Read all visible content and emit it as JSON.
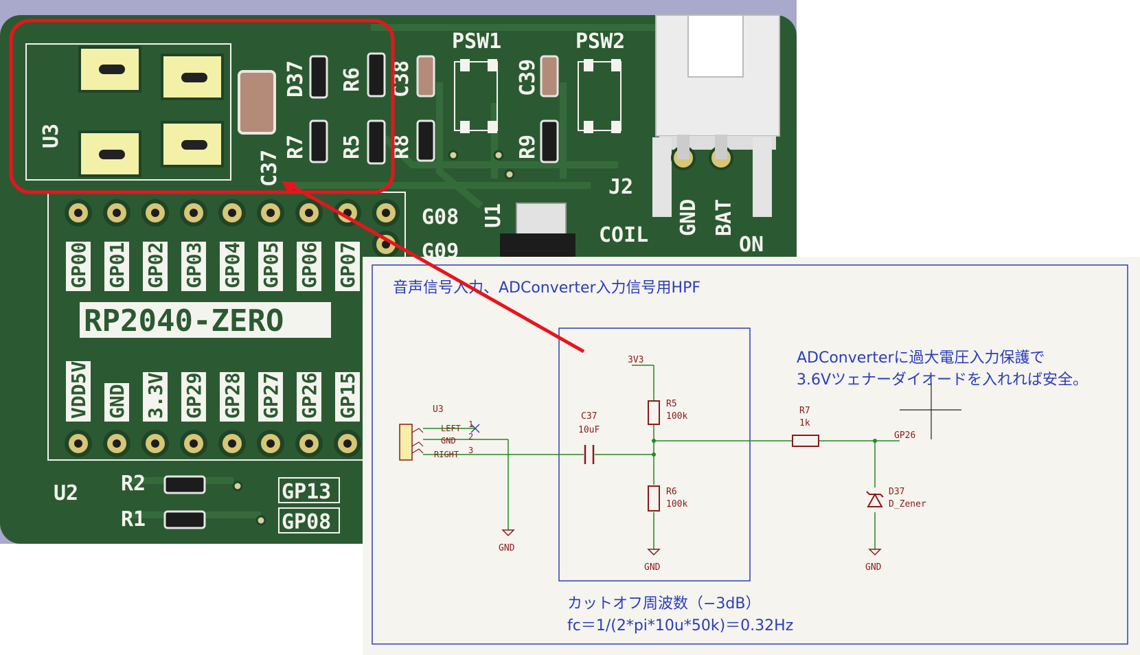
{
  "pcb": {
    "colors": {
      "board": "#2b5a32",
      "board_dark": "#1f4426",
      "trace": "#356b3b",
      "silk": "#f4f4ee",
      "pad": "#f3f0a8",
      "copper": "#d8d0a0",
      "highlight": "#e8141c"
    },
    "component_labels": [
      "U3",
      "D37",
      "R6",
      "C38",
      "C39",
      "PSW1",
      "PSW2",
      "C37",
      "R7",
      "R5",
      "R8",
      "R9",
      "J2",
      "U1",
      "G08",
      "G09",
      "COIL",
      "GND",
      "BAT",
      "ON",
      "U2",
      "R2",
      "R1",
      "GP13",
      "GP08"
    ],
    "board_title": "RP2040-ZERO",
    "top_pins": [
      "GP00",
      "GP01",
      "GP02",
      "GP03",
      "GP04",
      "GP05",
      "GP06",
      "GP07"
    ],
    "bottom_pins": [
      "VDD5V",
      "GND",
      "3.3V",
      "GP29",
      "GP28",
      "GP27",
      "GP26",
      "GP15"
    ]
  },
  "schematic": {
    "title": "音声信号入力、ADConverter入力信号用HPF",
    "note_line1": "ADConverterに過大電圧入力保護で",
    "note_line2": "3.6Vツェナーダイオードを入れれば安全。",
    "cutoff_line1": "カットオフ周波数（−3dB）",
    "cutoff_line2": "fc＝1/(2*pi*10u*50k)＝0.32Hz",
    "jack": {
      "ref": "U3",
      "pin1": "LEFT",
      "pin2": "GND",
      "pin3": "RIGHT",
      "n1": "1",
      "n2": "2",
      "n3": "3"
    },
    "c37": {
      "ref": "C37",
      "value": "10uF"
    },
    "r5": {
      "ref": "R5",
      "value": "100k"
    },
    "r6": {
      "ref": "R6",
      "value": "100k"
    },
    "r7": {
      "ref": "R7",
      "value": "1k"
    },
    "d37": {
      "ref": "D37",
      "value": "D_Zener"
    },
    "power": {
      "v3v3": "3V3",
      "gnd": "GND"
    },
    "net_label": "GP26"
  }
}
